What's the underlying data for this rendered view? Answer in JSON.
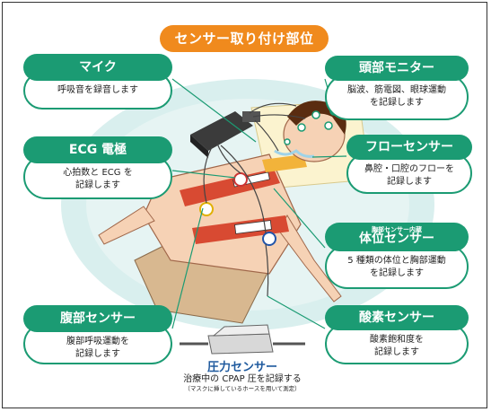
{
  "title": "センサー取り付け部位",
  "sensors": {
    "mic": {
      "name": "マイク",
      "desc": [
        "呼吸音を録音します"
      ]
    },
    "head": {
      "name": "頭部モニター",
      "desc": [
        "脳波、筋電図、眼球運動",
        "を記録します"
      ]
    },
    "ecg": {
      "name": "ECG 電極",
      "desc": [
        "心拍数と ECG を",
        "記録します"
      ]
    },
    "flow": {
      "name": "フローセンサー",
      "desc": [
        "鼻腔・口腔のフローを",
        "記録します"
      ]
    },
    "position": {
      "prefix": "胸部センサー内蔵",
      "name": "体位センサー",
      "desc": [
        "5 種類の体位と胸部運動",
        "を記録します"
      ]
    },
    "abdomen": {
      "name": "腹部センサー",
      "desc": [
        "腹部呼吸運動を",
        "記録します"
      ]
    },
    "oxygen": {
      "name": "酸素センサー",
      "desc": [
        "酸素飽和度を",
        "記録します"
      ]
    },
    "pressure": {
      "name": "圧力センサー",
      "desc": "治療中の CPAP 圧を記録する",
      "note": "（マスクに挿しているホースを用いて測定）"
    }
  },
  "colors": {
    "accent_green": "#1b9b73",
    "title_orange": "#f08a1d",
    "pressure_blue": "#1f5a9e"
  }
}
